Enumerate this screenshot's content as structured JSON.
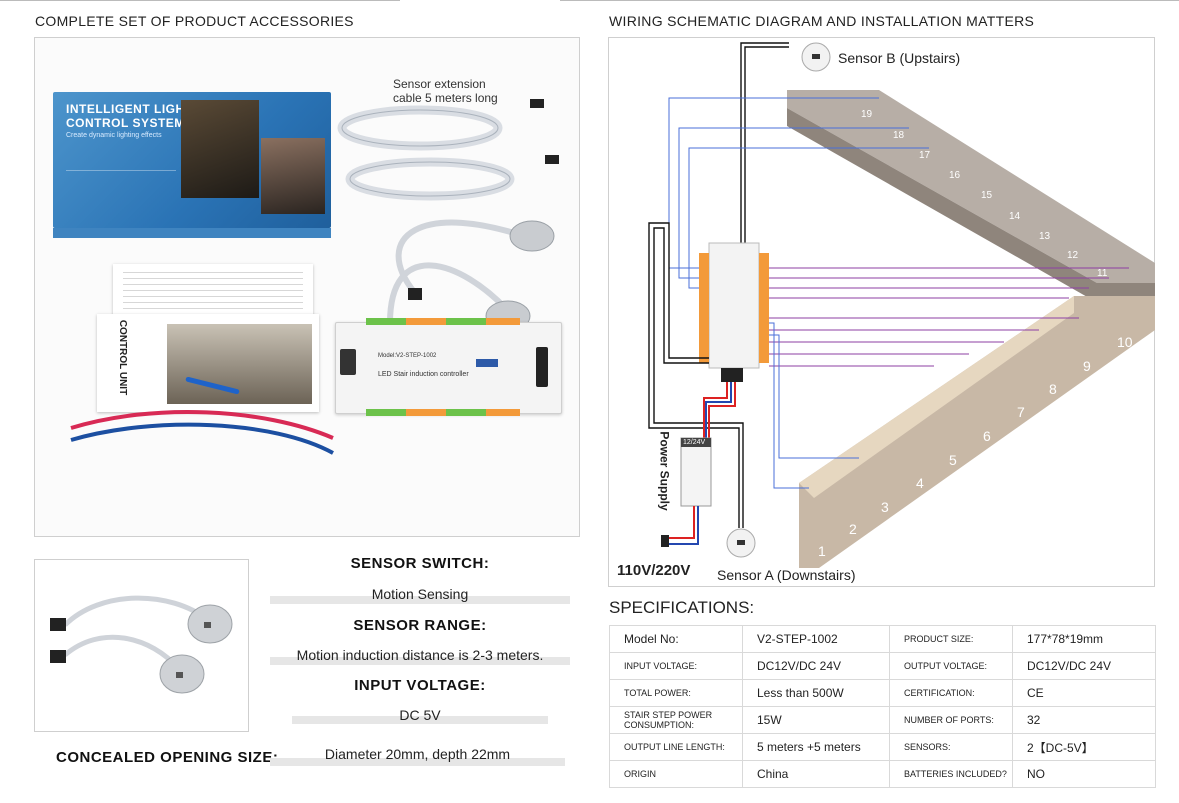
{
  "accessories": {
    "title": "COMPLETE SET OF PRODUCT ACCESSORIES",
    "box": {
      "line1": "INTELLIGENT LIGHTING",
      "line2": "CONTROL SYSTEM",
      "tagline": "Create dynamic lighting effects"
    },
    "extension_caption_1": "Sensor extension",
    "extension_caption_2": "cable 5 meters long",
    "manual_text": "CONTROL UNIT",
    "controller_model": "Model:V2-STEP-1002",
    "controller_name": "LED Stair induction controller"
  },
  "sensor_info": {
    "switch_label": "SENSOR SWITCH:",
    "switch_value": "Motion  Sensing",
    "range_label": "SENSOR RANGE:",
    "range_value": "Motion induction distance is 2-3 meters.",
    "voltage_label": "INPUT VOLTAGE:",
    "voltage_value": "DC 5V",
    "opening_label": "CONCEALED OPENING SIZE:",
    "opening_value": "Diameter 20mm, depth 22mm"
  },
  "wiring": {
    "title": "WIRING SCHEMATIC DIAGRAM AND INSTALLATION MATTERS",
    "sensor_b": "Sensor B (Upstairs)",
    "sensor_a": "Sensor A (Downstairs)",
    "power_supply": "Power Supply",
    "psu_voltage": "12/24V",
    "mains": "110V/220V",
    "steps": [
      "1",
      "2",
      "3",
      "4",
      "5",
      "6",
      "7",
      "8",
      "9",
      "10",
      "11",
      "12",
      "13",
      "14",
      "15",
      "16",
      "17",
      "18",
      "19"
    ]
  },
  "specs": {
    "title": "SPECIFICATIONS:",
    "rows": [
      {
        "k1": "Model No:",
        "v1": "V2-STEP-1002",
        "k2": "PRODUCT SIZE:",
        "v2": "177*78*19mm"
      },
      {
        "k1": "INPUT VOLTAGE:",
        "v1": "DC12V/DC 24V",
        "k2": "OUTPUT VOLTAGE:",
        "v2": "DC12V/DC 24V"
      },
      {
        "k1": "TOTAL POWER:",
        "v1": "Less than 500W",
        "k2": "CERTIFICATION:",
        "v2": "CE"
      },
      {
        "k1": "STAIR STEP POWER CONSUMPTION:",
        "v1": "15W",
        "k2": "NUMBER OF PORTS:",
        "v2": "32"
      },
      {
        "k1": "OUTPUT LINE LENGTH:",
        "v1": "5 meters +5 meters",
        "k2": "SENSORS:",
        "v2": "2【DC-5V】"
      },
      {
        "k1": "ORIGIN",
        "v1": "China",
        "k2": "BATTERIES INCLUDED?",
        "v2": "NO"
      }
    ]
  }
}
